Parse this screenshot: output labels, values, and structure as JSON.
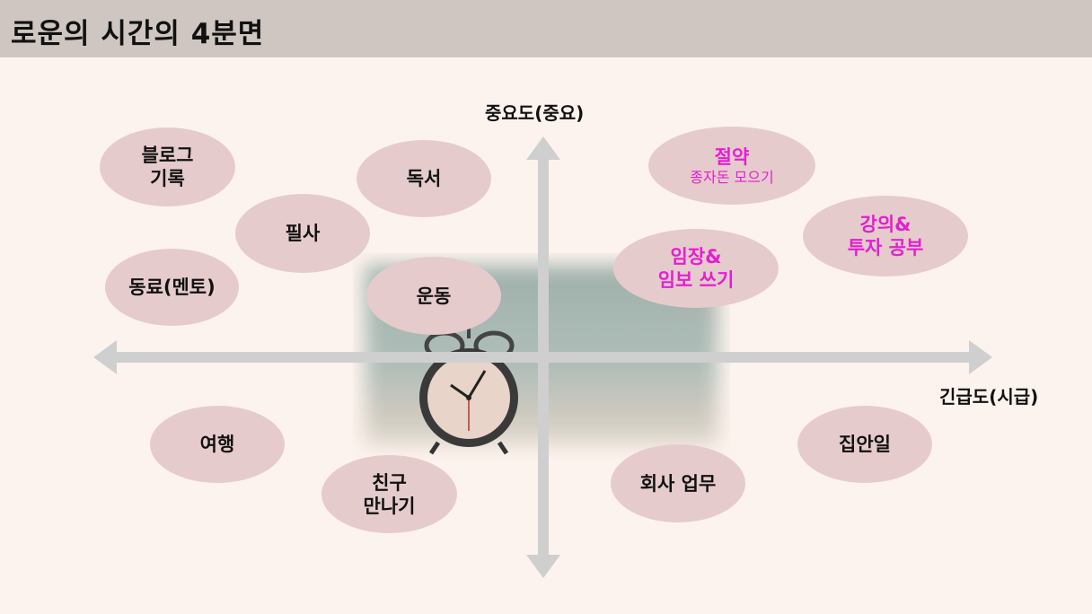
{
  "title": "로운의 시간의 4분면",
  "axes": {
    "y_label": "중요도(중요)",
    "x_label": "긴급도(시급)"
  },
  "items": [
    {
      "id": "blog",
      "lines": [
        "블로그",
        "기록"
      ]
    },
    {
      "id": "reading",
      "lines": [
        "독서"
      ]
    },
    {
      "id": "transcribe",
      "lines": [
        "필사"
      ]
    },
    {
      "id": "colleague",
      "lines": [
        "동료(멘토)"
      ]
    },
    {
      "id": "exercise",
      "lines": [
        "운동"
      ]
    },
    {
      "id": "saving",
      "lines": [
        "절약"
      ],
      "sub": "종자돈 모으기"
    },
    {
      "id": "lecture",
      "lines": [
        "강의&",
        "투자 공부"
      ]
    },
    {
      "id": "journal",
      "lines": [
        "임장&",
        "임보 쓰기"
      ]
    },
    {
      "id": "travel",
      "lines": [
        "여행"
      ]
    },
    {
      "id": "friends",
      "lines": [
        "친구",
        "만나기"
      ]
    },
    {
      "id": "work",
      "lines": [
        "회사 업무"
      ]
    },
    {
      "id": "housework",
      "lines": [
        "집안일"
      ]
    }
  ],
  "colors": {
    "header_bg": "#cfc6c1",
    "page_bg": "#fdf3ee",
    "bubble": "#e6cbcc",
    "highlight_text": "#e51fd1",
    "axis": "#cfcfcf"
  }
}
